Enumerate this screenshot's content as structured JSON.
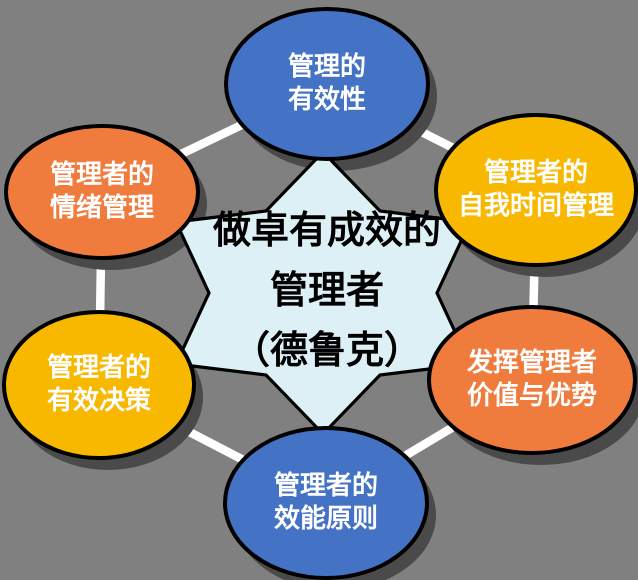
{
  "center": {
    "label": "做卓有成效的\n管理者\n（德鲁克）",
    "fill": "#DCF0F5",
    "text_color": "#000000"
  },
  "nodes": [
    {
      "id": "top",
      "label": "管理的\n有效性",
      "color": "#4472C4"
    },
    {
      "id": "top-right",
      "label": "管理者的\n自我时间管理",
      "color": "#F8B800"
    },
    {
      "id": "bottom-right",
      "label": "发挥管理者\n价值与优势",
      "color": "#EF7B3D"
    },
    {
      "id": "bottom",
      "label": "管理者的\n效能原则",
      "color": "#4472C4"
    },
    {
      "id": "bottom-left",
      "label": "管理者的\n有效决策",
      "color": "#F8B800"
    },
    {
      "id": "top-left",
      "label": "管理者的\n情绪管理",
      "color": "#EF7B3D"
    }
  ],
  "colors": {
    "background": "#808080",
    "connector": "#FFFFFF",
    "shadow": "#4A4A4A",
    "border": "#000000",
    "label_text": "#FFFFFF"
  }
}
